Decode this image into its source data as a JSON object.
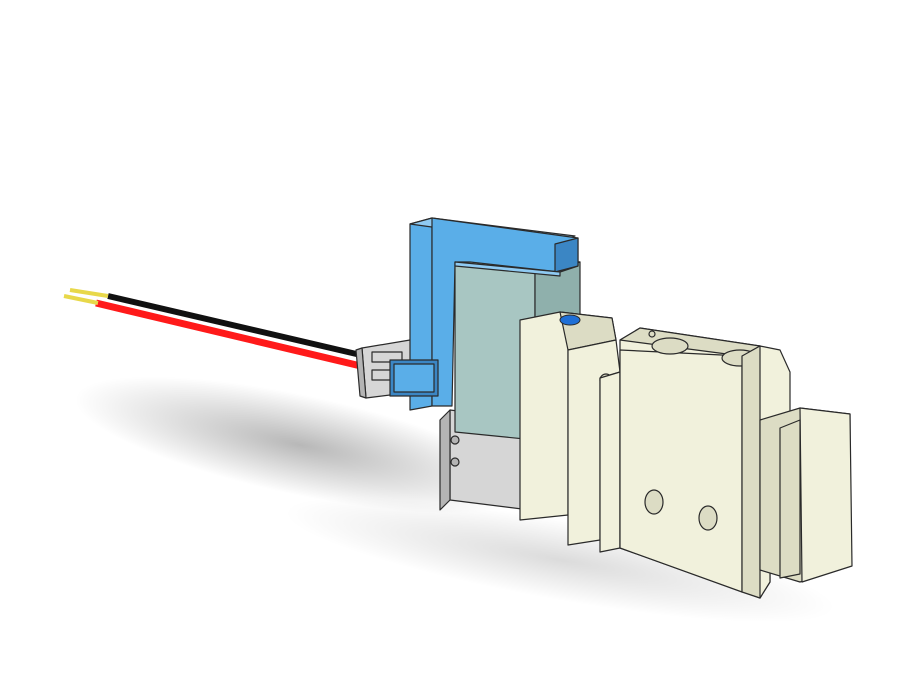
{
  "colors": {
    "background": "#ffffff",
    "coil_cover": "#5aaee8",
    "coil_cover_light": "#8fcaf2",
    "coil_cover_dark": "#3b86c4",
    "coil_body": "#a8c6c2",
    "coil_body_dark": "#8fb0ac",
    "valve_body": "#f1f1dc",
    "valve_body_shade": "#dcdcc4",
    "adapter_gray": "#d6d6d6",
    "adapter_gray_dark": "#b4b4b4",
    "lead_red": "#ff1a1a",
    "lead_black": "#111111",
    "lead_tip": "#e8d84a",
    "manual_override_blue": "#1f6fd6",
    "outline": "#2a2a2a"
  },
  "parts": [
    "coil-cover",
    "coil-body",
    "lead-wires",
    "connector",
    "valve-body",
    "end-plate",
    "manual-override-button",
    "ports"
  ]
}
